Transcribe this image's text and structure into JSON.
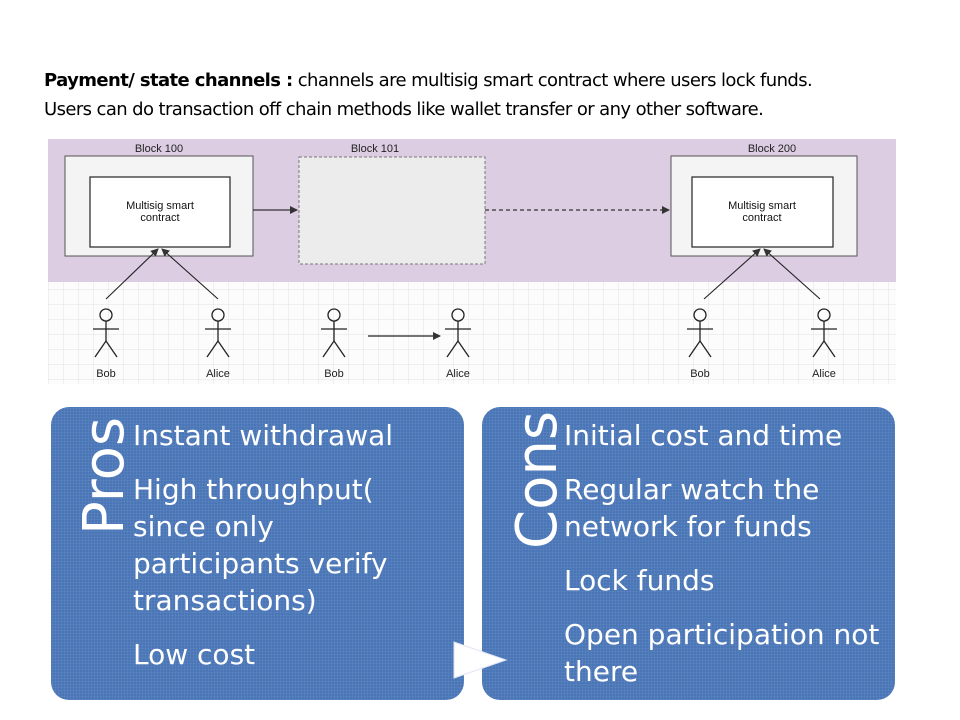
{
  "intro": {
    "bold": "Payment/ state channels :",
    "line1": "channels are multisig smart contract where users lock funds.",
    "line2": "Users can do transaction off chain methods like wallet transfer or any other software."
  },
  "diagram": {
    "blocks": [
      "Block 100",
      "Block 101",
      "Block 200"
    ],
    "contract_line1": "Multisig smart",
    "contract_line2": "contract",
    "people": [
      "Bob",
      "Alice",
      "Bob",
      "Alice",
      "Bob",
      "Alice"
    ]
  },
  "pros": {
    "title": "Pros",
    "items": [
      "Instant withdrawal",
      "High throughput( since only participants verify transactions)",
      "Low cost"
    ]
  },
  "cons": {
    "title": "Cons",
    "items": [
      "Initial cost and time",
      "Regular watch the network for funds",
      "Lock funds",
      "Open participation not there"
    ]
  },
  "colors": {
    "panel": "#4a76b7",
    "diagram_band": "#dccde3",
    "grid_line": "#e2e2e2"
  }
}
